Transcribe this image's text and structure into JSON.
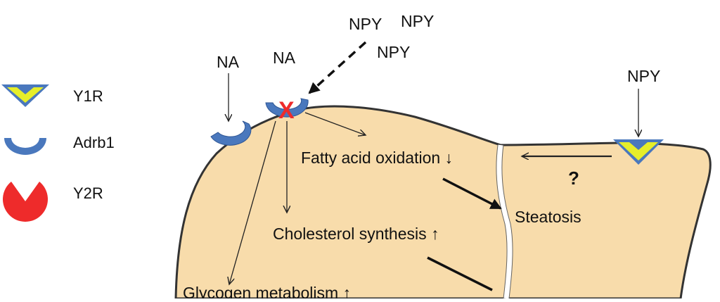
{
  "legend": {
    "items": [
      {
        "label": "Y1R",
        "icon": "y1r-chevron-icon",
        "color": "#e6ee2a"
      },
      {
        "label": "Adrb1",
        "icon": "adrb1-cup-icon",
        "color": "#4a78bd"
      },
      {
        "label": "Y2R",
        "icon": "y2r-pacman-icon",
        "color": "#ee2b2b"
      }
    ]
  },
  "diagram": {
    "npy_top_1": "NPY",
    "npy_top_2": "NPY",
    "npy_top_3": "NPY",
    "na_1": "NA",
    "na_2": "NA",
    "npy_right": "NPY",
    "fatty_acid": "Fatty acid oxidation ↓",
    "cholesterol": "Cholesterol synthesis ↑",
    "glycogen": "Glycogen metabolism ↑",
    "steatosis": "Steatosis",
    "question": "?",
    "blocked_mark": "X"
  },
  "colors": {
    "liver_fill": "#f8dcab",
    "liver_outline": "#333333",
    "y1r_fill": "#e6ee2a",
    "y1r_outline": "#4a78bd",
    "adrb1_fill": "#4a78bd",
    "y2r_fill": "#ee2b2b",
    "blocked_x": "#ee2b2b"
  }
}
